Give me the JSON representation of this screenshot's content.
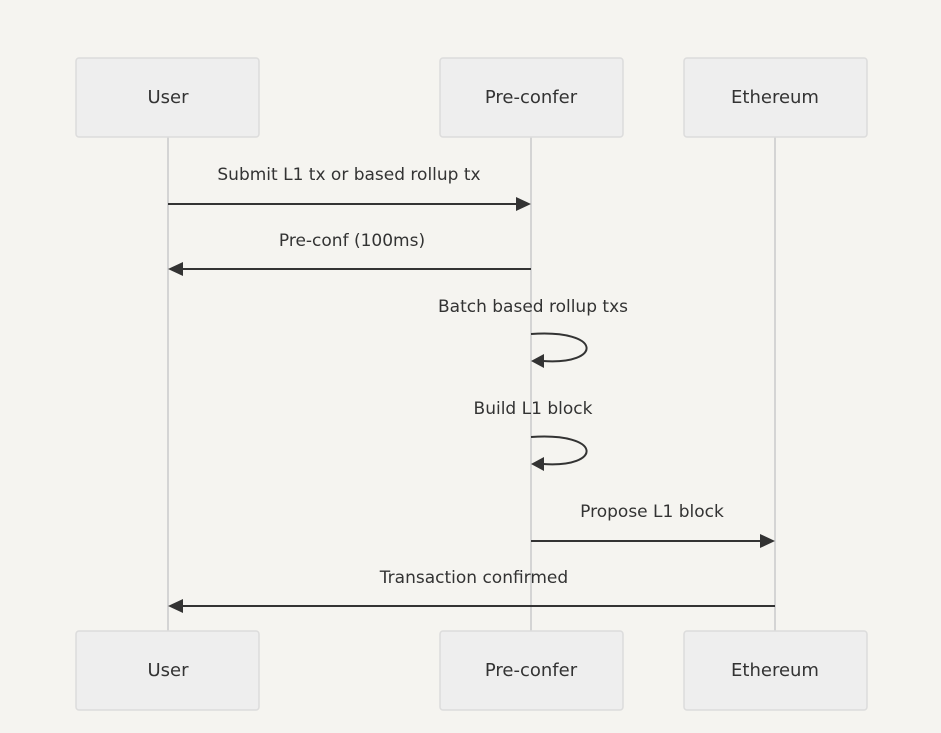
{
  "actors": {
    "user": "User",
    "preconfer": "Pre-confer",
    "ethereum": "Ethereum"
  },
  "messages": [
    {
      "from": "User",
      "to": "Pre-confer",
      "label": "Submit L1 tx or based rollup tx"
    },
    {
      "from": "Pre-confer",
      "to": "User",
      "label": "Pre-conf (100ms)"
    },
    {
      "from": "Pre-confer",
      "to": "Pre-confer",
      "label": "Batch based rollup txs"
    },
    {
      "from": "Pre-confer",
      "to": "Pre-confer",
      "label": "Build L1 block"
    },
    {
      "from": "Pre-confer",
      "to": "Ethereum",
      "label": "Propose L1 block"
    },
    {
      "from": "Ethereum",
      "to": "User",
      "label": "Transaction confirmed"
    }
  ]
}
